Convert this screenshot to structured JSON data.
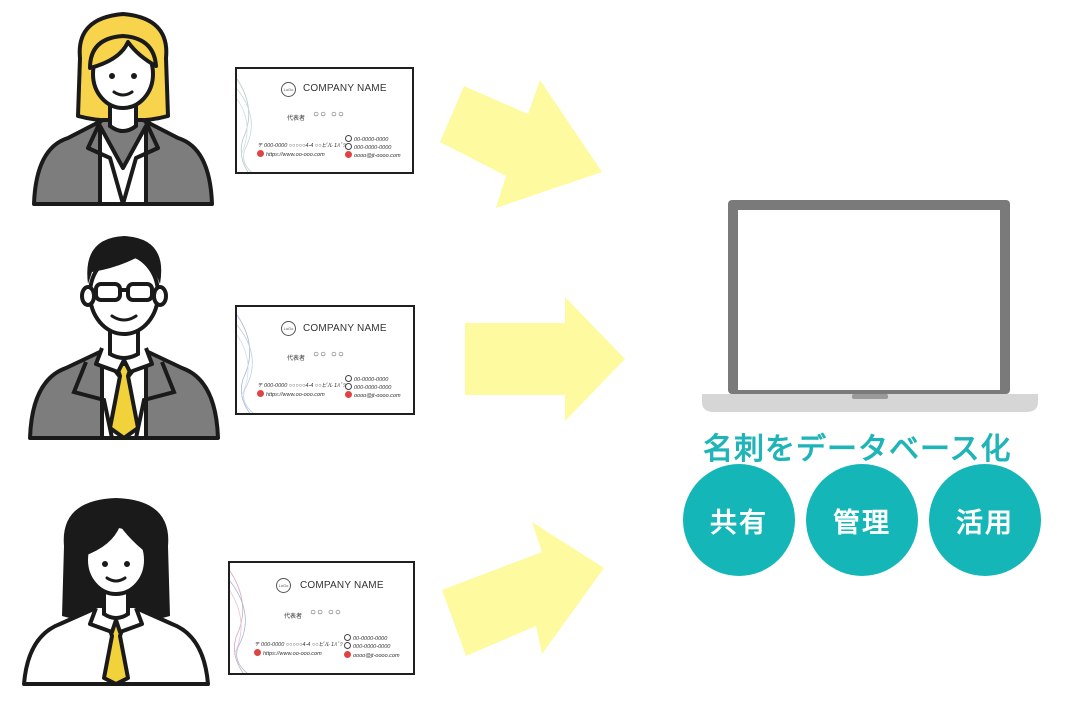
{
  "cards": [
    {
      "company": "COMPANY NAME",
      "logo": "LoGo",
      "role": "代表者",
      "name": "○○ ○○",
      "address": "〒 000-0000 ○○○○○4-4 ○○ビル 1ﾊﾞﾂ",
      "url": "https://www.oo-ooo.com",
      "tel": "00-0000-0000",
      "fax": "000-0000-0000",
      "email": "oooo@jt-oooo.com"
    },
    {
      "company": "COMPANY NAME",
      "logo": "LoGo",
      "role": "代表者",
      "name": "○○ ○○",
      "address": "〒 000-0000 ○○○○○4-4 ○○ビル 1ﾊﾞﾂ",
      "url": "https://www.oo-ooo.com",
      "tel": "00-0000-0000",
      "fax": "000-0000-0000",
      "email": "oooo@jt-oooo.com"
    },
    {
      "company": "COMPANY NAME",
      "logo": "LoGo",
      "role": "代表者",
      "name": "○○ ○○",
      "address": "〒 000-0000 ○○○○○4-4 ○○ビル 1ﾊﾞﾂ",
      "url": "https://www.oo-ooo.com",
      "tel": "00-0000-0000",
      "fax": "000-0000-0000",
      "email": "oooo@jt-oooo.com"
    }
  ],
  "caption": "名刺をデータベース化",
  "circles": [
    "共有",
    "管理",
    "活用"
  ],
  "colors": {
    "arrow": "#fdfaa0",
    "teal": "#14b6b8",
    "caption": "#1fb5b8",
    "laptop": "#7a7a7a",
    "laptop_base": "#d6d6d6",
    "suit": "#7d7d7d",
    "tie": "#f2d23a",
    "blonde_hair": "#f7d44c"
  },
  "icons": [
    "woman-blonde-icon",
    "man-glasses-icon",
    "woman-dark-hair-icon",
    "laptop-icon",
    "right-arrow-icon"
  ]
}
